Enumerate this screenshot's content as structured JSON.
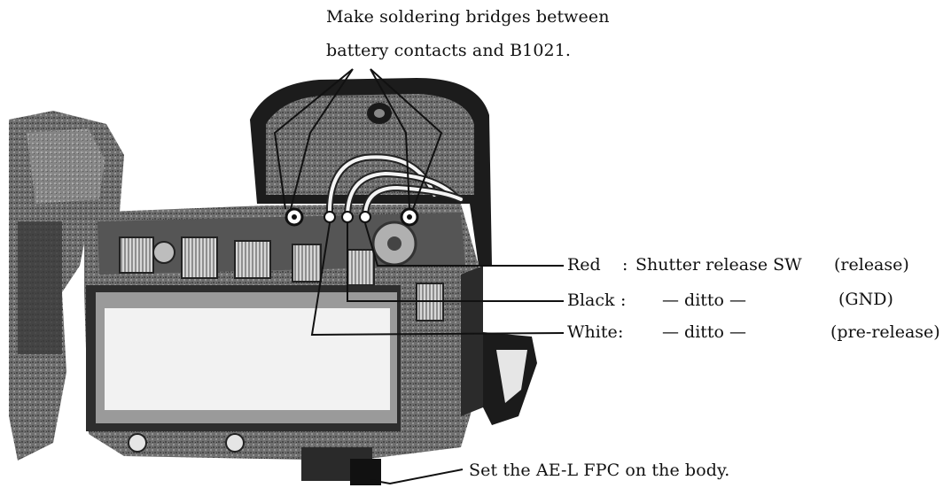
{
  "callouts": {
    "top_line1": "Make soldering bridges between",
    "top_line2": "battery contacts and B1021.",
    "bottom": "Set the AE-L FPC on the body."
  },
  "wires": [
    {
      "color": "Red",
      "colon": ":",
      "description": "Shutter release SW",
      "signal": "(release)"
    },
    {
      "color": "Black",
      "colon": ":",
      "description": "— ditto —",
      "signal": "(GND)"
    },
    {
      "color": "White",
      "colon": ":",
      "description": "— ditto —",
      "signal": "(pre-release)"
    }
  ]
}
